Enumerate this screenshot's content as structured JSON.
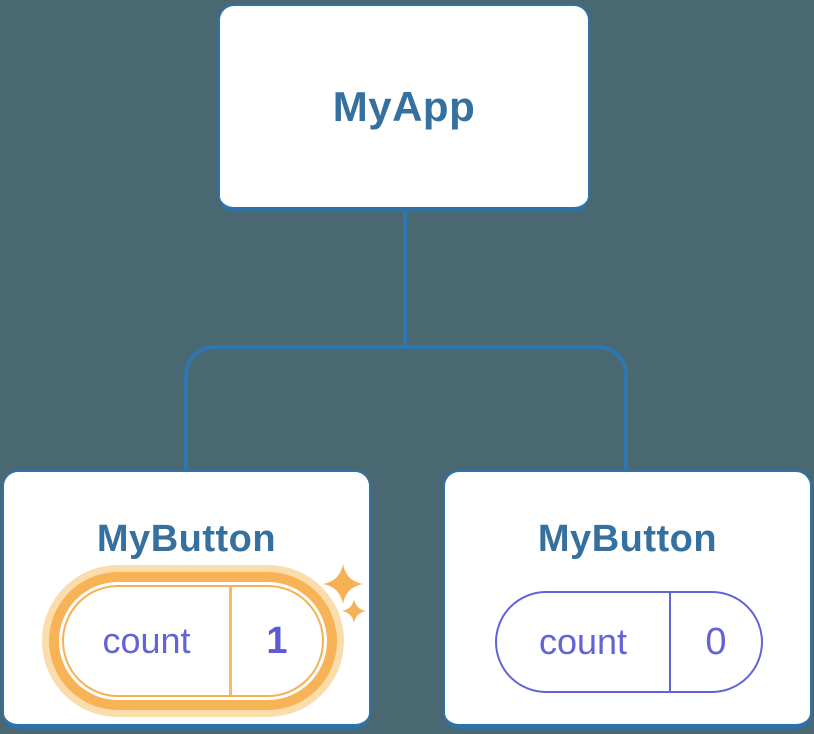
{
  "colors": {
    "background": "#4a6872",
    "connector_line": "#2c77b0",
    "card_border": "#2e72a7",
    "card_title": "#35709f",
    "state_purple": "#6363d8",
    "state_value_highlight": "#5b5bd6",
    "highlight_orange": "#f7b155",
    "highlight_halo": "#fbdcab"
  },
  "tree": {
    "root": {
      "title": "MyApp"
    },
    "children": [
      {
        "title": "MyButton",
        "state_label": "count",
        "state_value": "1",
        "highlighted": true,
        "decoration": "sparkle-icon"
      },
      {
        "title": "MyButton",
        "state_label": "count",
        "state_value": "0",
        "highlighted": false
      }
    ]
  }
}
